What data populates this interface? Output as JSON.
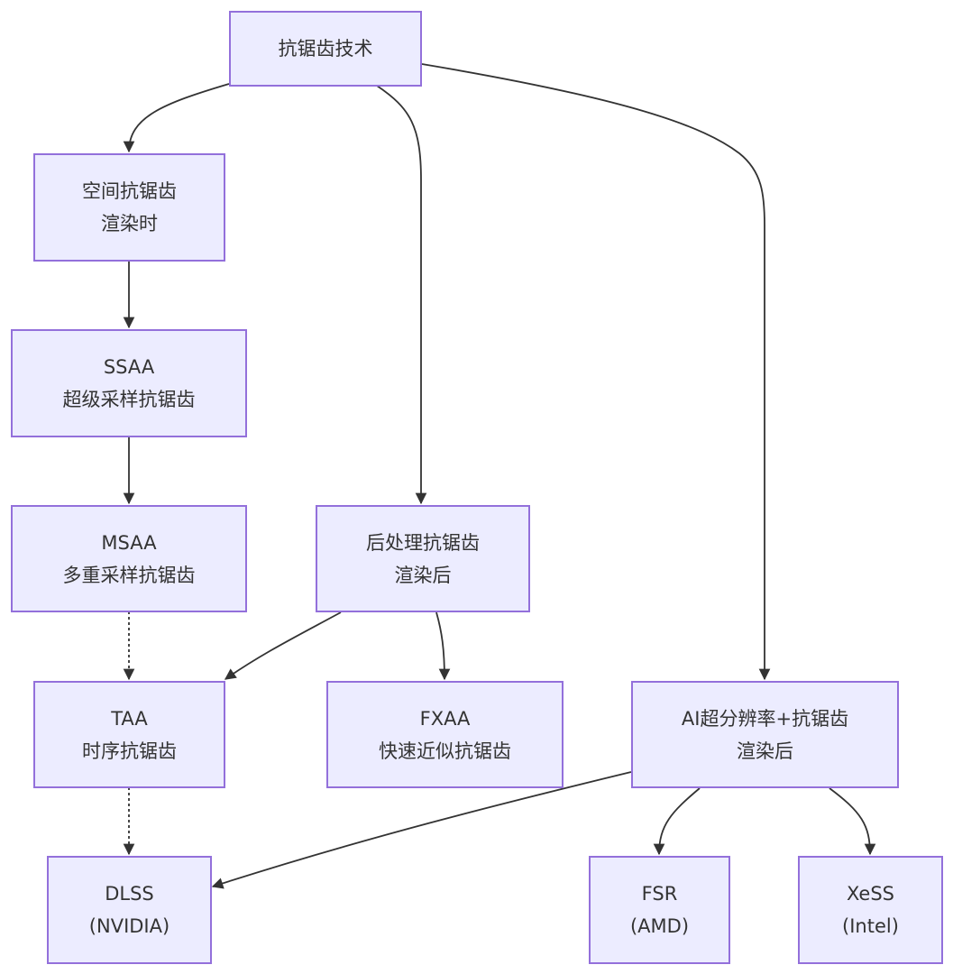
{
  "diagram": {
    "type": "flowchart",
    "colors": {
      "node_fill": "#ECECFF",
      "node_border": "#9370DB",
      "edge": "#333333",
      "text": "#333333"
    },
    "nodes": [
      {
        "id": "root",
        "lines": [
          "抗锯齿技术"
        ]
      },
      {
        "id": "spatial",
        "lines": [
          "空间抗锯齿",
          "渲染时"
        ]
      },
      {
        "id": "ssaa",
        "lines": [
          "SSAA",
          "超级采样抗锯齿"
        ]
      },
      {
        "id": "msaa",
        "lines": [
          "MSAA",
          "多重采样抗锯齿"
        ]
      },
      {
        "id": "post",
        "lines": [
          "后处理抗锯齿",
          "渲染后"
        ]
      },
      {
        "id": "taa",
        "lines": [
          "TAA",
          "时序抗锯齿"
        ]
      },
      {
        "id": "fxaa",
        "lines": [
          "FXAA",
          "快速近似抗锯齿"
        ]
      },
      {
        "id": "ai",
        "lines": [
          "AI超分辨率+抗锯齿",
          "渲染后"
        ]
      },
      {
        "id": "dlss",
        "lines": [
          "DLSS",
          "(NVIDIA)"
        ]
      },
      {
        "id": "fsr",
        "lines": [
          "FSR",
          "(AMD)"
        ]
      },
      {
        "id": "xess",
        "lines": [
          "XeSS",
          "(Intel)"
        ]
      }
    ],
    "edges": [
      {
        "from": "root",
        "to": "spatial",
        "style": "solid"
      },
      {
        "from": "root",
        "to": "post",
        "style": "solid"
      },
      {
        "from": "root",
        "to": "ai",
        "style": "solid"
      },
      {
        "from": "spatial",
        "to": "ssaa",
        "style": "solid"
      },
      {
        "from": "ssaa",
        "to": "msaa",
        "style": "solid"
      },
      {
        "from": "msaa",
        "to": "taa",
        "style": "dotted"
      },
      {
        "from": "post",
        "to": "taa",
        "style": "solid"
      },
      {
        "from": "post",
        "to": "fxaa",
        "style": "solid"
      },
      {
        "from": "taa",
        "to": "dlss",
        "style": "dotted"
      },
      {
        "from": "ai",
        "to": "dlss",
        "style": "solid"
      },
      {
        "from": "ai",
        "to": "fsr",
        "style": "solid"
      },
      {
        "from": "ai",
        "to": "xess",
        "style": "solid"
      }
    ]
  }
}
